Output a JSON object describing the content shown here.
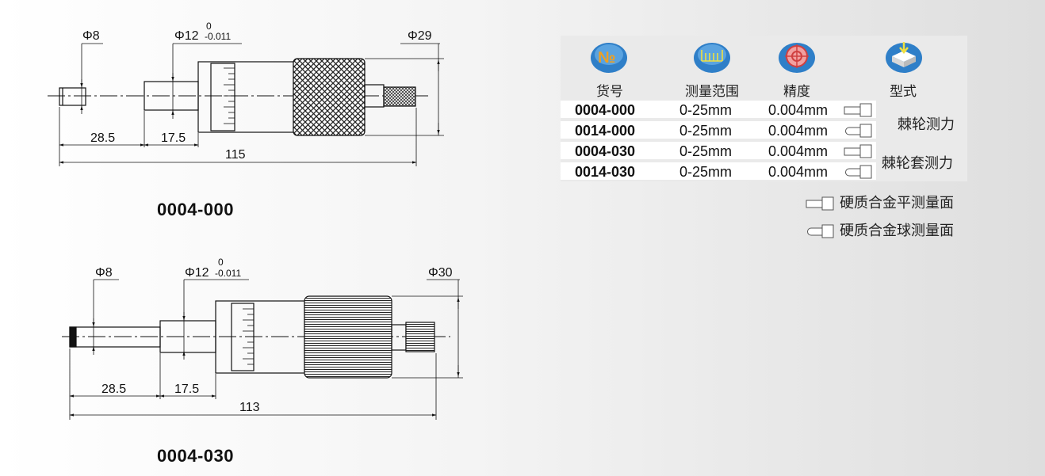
{
  "drawings": [
    {
      "model": "0004-000",
      "dims": {
        "d_spindle": "Φ8",
        "d_sleeve_main": "Φ12",
        "d_sleeve_upper": "0",
        "d_sleeve_lower": "-0.011",
        "d_outer": "Φ29",
        "len_spindle": "28.5",
        "len_sleeve": "17.5",
        "len_total": "115"
      },
      "knurl": "cross"
    },
    {
      "model": "0004-030",
      "dims": {
        "d_spindle": "Φ8",
        "d_sleeve_main": "Φ12",
        "d_sleeve_upper": "0",
        "d_sleeve_lower": "-0.011",
        "d_outer": "Φ30",
        "len_spindle": "28.5",
        "len_sleeve": "17.5",
        "len_total": "113"
      },
      "knurl": "straight"
    }
  ],
  "table": {
    "headers": [
      {
        "label": "货号",
        "icon": "number-sign-icon"
      },
      {
        "label": "测量范围",
        "icon": "range-icon"
      },
      {
        "label": "精度",
        "icon": "target-icon"
      },
      {
        "label": "型式",
        "icon": "type-icon"
      }
    ],
    "rows": [
      {
        "code": "0004-000",
        "range": "0-25mm",
        "accuracy": "0.004mm",
        "tip": "flat"
      },
      {
        "code": "0014-000",
        "range": "0-25mm",
        "accuracy": "0.004mm",
        "tip": "ball"
      },
      {
        "code": "0004-030",
        "range": "0-25mm",
        "accuracy": "0.004mm",
        "tip": "flat"
      },
      {
        "code": "0014-030",
        "range": "0-25mm",
        "accuracy": "0.004mm",
        "tip": "ball"
      }
    ],
    "types": [
      "棘轮测力",
      "棘轮套测力"
    ]
  },
  "legend": [
    {
      "tip": "flat",
      "label": "硬质合金平测量面"
    },
    {
      "tip": "ball",
      "label": "硬质合金球测量面"
    }
  ],
  "colors": {
    "icon_blue": "#2f7fc8",
    "icon_orange": "#f0a020",
    "panel_bg": "#eaeaea"
  }
}
